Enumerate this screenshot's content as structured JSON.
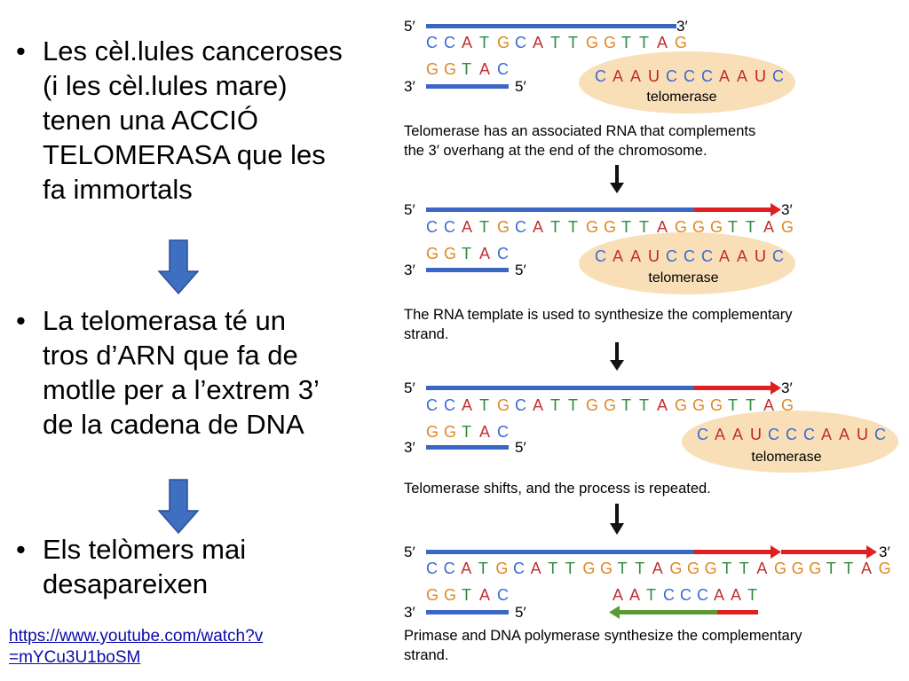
{
  "bullets": [
    {
      "text": "Les cèl.lules canceroses\n(i les cèl.lules mare)\ntenen una ACCIÓ\nTELOMERASA que les\nfa immortals"
    },
    {
      "text": "La telomerasa té un\ntros d’ARN que fa de\nmotlle per a l’extrem 3’\nde la cadena de DNA"
    },
    {
      "text": "Els telòmers mai\ndesapareixen"
    }
  ],
  "bullet_glyph": "•",
  "link": "https://www.youtube.com/watch?v\n=mYCu3U1boSM",
  "colors": {
    "blue_strand": "#3a66c4",
    "red_strand": "#e02020",
    "green_strand": "#5a9a32",
    "enzyme": "#f9dfb8",
    "A": "#c03030",
    "C": "#3a6bd0",
    "G": "#e08820",
    "T": "#2e8b3e",
    "U": "#c02020",
    "down_arrow": "#3f6fc0"
  },
  "diagram": {
    "five": "5′",
    "three": "3′",
    "top_strand_1": "CCATGCATTGGTTAG",
    "top_strand_2": "CCATGCATTGGTTAGGGTTAG",
    "top_strand_3": "CCATGCATTGGTTAGGGTTAGGGTTAG",
    "bottom_strand": "GGTAC",
    "rna_template": "CAAUCCCAAUC",
    "telomerase_label": "telomerase",
    "primer_strand": "AATCCCAAT",
    "captions": [
      "Telomerase has an associated RNA that complements\nthe 3′ overhang at the end of the chromosome.",
      "The RNA template is used to synthesize the complementary\nstrand.",
      "Telomerase shifts, and the process is repeated.",
      "Primase and DNA polymerase synthesize the complementary\nstrand."
    ]
  }
}
